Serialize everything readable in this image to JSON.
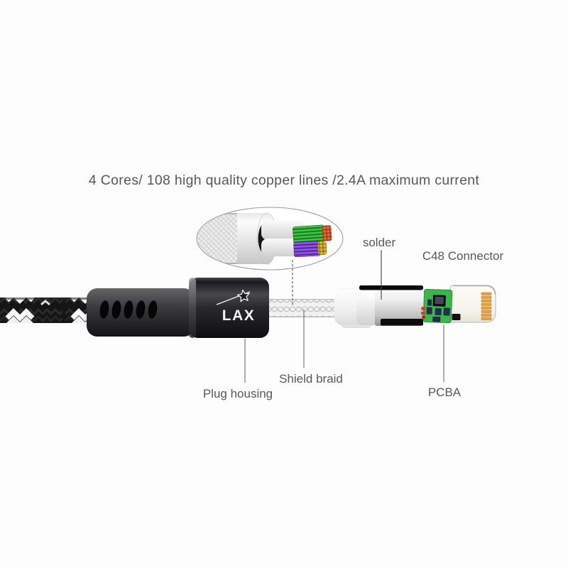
{
  "heading": {
    "text": "4 Cores/ 108 high quality copper lines /2.4A maximum current"
  },
  "labels": {
    "solder": "solder",
    "c48_connector": "C48 Connector",
    "plug_housing": "Plug housing",
    "shield_braid": "Shield braid",
    "pcba": "PCBA"
  },
  "logo": {
    "text": "LAX"
  },
  "colors": {
    "background": "#fdfdfd",
    "label_text": "#58585a",
    "housing_black": "#1c1c1e",
    "strain_relief_gray": "#3a3a3c",
    "braid_white": "#fafafa",
    "shield_silver": "#e8e8e8",
    "pcb_green": "#3cb54a",
    "chip_navy": "#232e4e",
    "solder_red": "#da372b",
    "pin_gold": "#e9a23a",
    "wire_green": "#43c94a",
    "wire_purple": "#9b59e8",
    "wire_tip_orange": "#e0703c",
    "wire_tip_yellow": "#dcb92f"
  }
}
